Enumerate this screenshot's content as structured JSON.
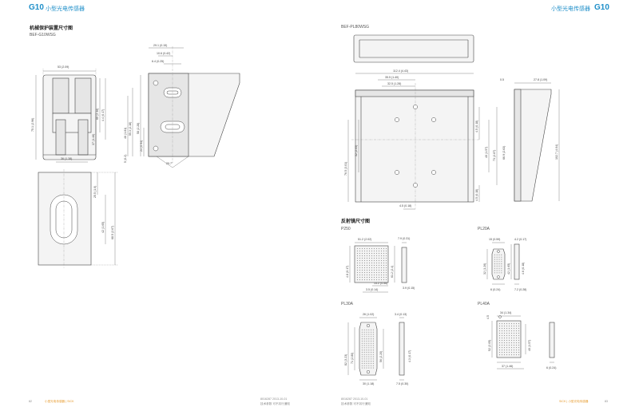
{
  "header": {
    "left_brand": "G10",
    "left_title": "小型光电传感器",
    "right_title": "小型光电传感器",
    "right_brand": "G10"
  },
  "left": {
    "section_title": "机械保护装置尺寸图",
    "model": "BEF-G10WSG",
    "dims": {
      "top_width": "53 (2.09)",
      "overall_h": "75.1 (2.96)",
      "d_60": "60 (2.36)",
      "d_41": "4.4 (0.17)",
      "d_37": "37 (1.46)",
      "base_w": "36 (1.38)",
      "side_top": "29.1 (0.15)",
      "side_106": "10.6 (0.42)",
      "side_64": "6.4 (0.25)",
      "side_58": "58 (2.28)",
      "side_55": "55.3 (2.18)",
      "side_46": "46 (1.81)",
      "side_24": "24 (0.94)",
      "side_5": "5 (0.2)",
      "angle": "29.7°",
      "front_25": "25.5 (1.0)",
      "front_42": "42 (1.65)",
      "front_685": "68.5 (2.67)"
    }
  },
  "right": {
    "model": "BEF-PL80WSG",
    "dims": {
      "w_1124": "112.4 (4.43)",
      "w_355": "35.5 (1.40)",
      "w_325": "32.5 (1.28)",
      "h_765": "76.5 (3.01)",
      "h_52": "52 (2.05)",
      "h_40": "40 (1.57)",
      "h_73": "73 (2.87)",
      "h_66": "66.9 (2.63)",
      "h_45": "4.5 (0.18)",
      "h_40b": "4.5 (0.18)",
      "bot_45": "4.5 (0.18)",
      "s_05": "0.5",
      "s_278": "27.8 (1.09)",
      "s_1027": "102.7 (4.04)"
    },
    "reflector_title": "反射镜尺寸图",
    "p250": {
      "label": "P250",
      "d_512": "51.2 (2.02)",
      "d_79": "7.9 (0.31)",
      "d_488": "4.8 (0.17)",
      "d_612": "61.2 (2.4)",
      "d_142": "14.2 (0.56)",
      "d_35": "3.5 (0.14)",
      "d_39": "3.9 (0.15)"
    },
    "pl20a": {
      "label": "PL20A",
      "d_15": "15 (0.59)",
      "d_42": "4.2 (0.17)",
      "d_32": "32 (1.26)",
      "d_42b": "42 (1.65)",
      "d_46": "4.6 (0.18)",
      "d_6": "6 (0.24)",
      "d_72": "7.2 (0.28)"
    },
    "pl30a": {
      "label": "PL30A",
      "d_26": "26 (1.02)",
      "d_34": "3.4 (0.13)",
      "d_82": "82 (3.23)",
      "d_71": "71 (2.80)",
      "d_56": "56 (2.20)",
      "d_43": "4.3 (0.17)",
      "d_30": "30 (1.18)",
      "d_75": "7.5 (0.30)"
    },
    "pl40a": {
      "label": "PL40A",
      "d_45": "4.5",
      "d_34": "34 (1.34)",
      "d_52": "52 (2.05)",
      "d_40": "40 (1.57)",
      "d_37": "37 (1.46)",
      "d_6": "6 (0.24)"
    }
  },
  "footer": {
    "left_page": "82",
    "left_note": "小型光电传感器 | SICK",
    "center_left_1": "8016287 2013-10-01",
    "center_left_2": "技术参数 可不另行通知",
    "center_right_1": "8016287 2013-10-01",
    "center_right_2": "技术参数 可不另行通知",
    "right_note": "SICK | 小型光电传感器",
    "right_page": "83"
  }
}
